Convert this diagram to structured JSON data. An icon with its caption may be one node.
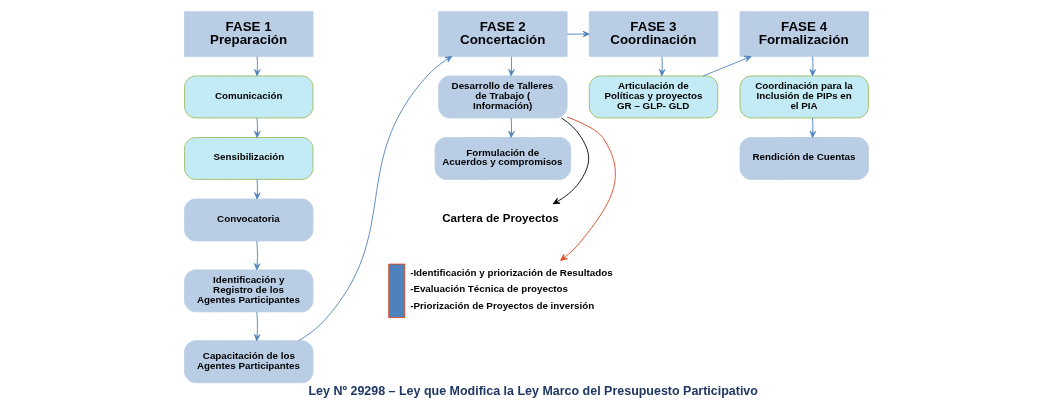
{
  "diagram": {
    "caption": "Ley Nº 29298 – Ley que Modifica la Ley Marco del Presupuesto Participativo",
    "nodes": [
      {
        "text": [
          "FASE 1",
          "Preparación"
        ]
      },
      {
        "text": [
          "Comunicación"
        ]
      },
      {
        "text": [
          "Sensibilización"
        ]
      },
      {
        "text": [
          "Convocatoria"
        ]
      },
      {
        "text": [
          "Identificación y Registro de los Agentes Participantes"
        ]
      },
      {
        "text": [
          "Capacitación de los Agentes Participantes"
        ]
      },
      {
        "text": [
          "FASE 2",
          "Concertación"
        ]
      },
      {
        "text": [
          "Desarrollo de Talleres de Trabajo ( Información)"
        ]
      },
      {
        "text": [
          "Formulación de Acuerdos y compromisos"
        ]
      },
      {
        "text": [
          "FASE 3",
          "Coordinación"
        ]
      },
      {
        "text": [
          "Articulación de Políticas y proyectos GR – GLP- GLD"
        ]
      },
      {
        "text": [
          "FASE 4",
          "Formalización"
        ]
      },
      {
        "text": [
          "Coordinación para la Inclusión de PIPs en el PIA"
        ]
      },
      {
        "text": [
          "Rendición de Cuentas"
        ]
      },
      {
        "text": [
          "Cartera de Proyectos"
        ]
      },
      {
        "text": [],
        "shape": "bar",
        "beside": [
          "-Identificación y priorización de Resultados",
          "-Evaluación Técnica de proyectos",
          "-Priorización de Proyectos de inversión"
        ]
      }
    ],
    "edges": [
      {
        "from": 0,
        "to": 1,
        "arrow": "to"
      },
      {
        "from": 1,
        "to": 2,
        "arrow": "to"
      },
      {
        "from": 2,
        "to": 3,
        "arrow": "to"
      },
      {
        "from": 3,
        "to": 4,
        "arrow": "to"
      },
      {
        "from": 4,
        "to": 5,
        "arrow": "to"
      },
      {
        "from": 5,
        "to": 6,
        "arrow": "to"
      },
      {
        "from": 6,
        "to": 7,
        "arrow": "to"
      },
      {
        "from": 7,
        "to": 8,
        "arrow": "to"
      },
      {
        "from": 6,
        "to": 9,
        "arrow": "to"
      },
      {
        "from": 9,
        "to": 10,
        "arrow": "to"
      },
      {
        "from": 10,
        "to": 11,
        "arrow": "to"
      },
      {
        "from": 11,
        "to": 12,
        "arrow": "to"
      },
      {
        "from": 12,
        "to": 13,
        "arrow": "to"
      },
      {
        "from": 7,
        "to": 14,
        "arrow": "to",
        "color": "#000000"
      },
      {
        "from": 7,
        "to": 15,
        "arrow": "to",
        "color": "#e0461b"
      }
    ]
  }
}
